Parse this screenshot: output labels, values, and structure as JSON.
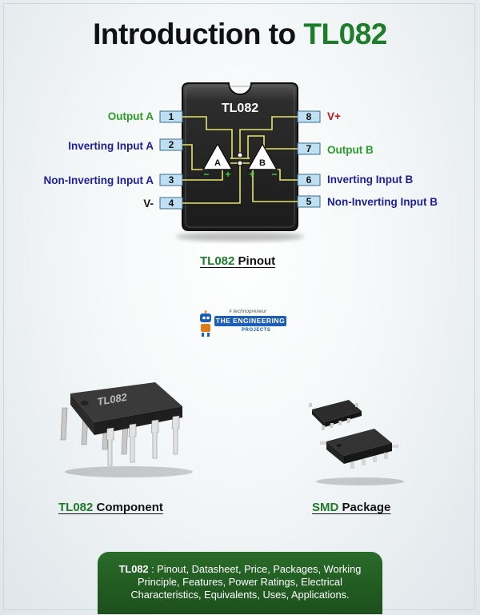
{
  "title": {
    "prefix": "Introduction to ",
    "highlight": "TL082"
  },
  "chip": {
    "label": "TL082",
    "amp_a": "A",
    "amp_b": "B",
    "plus": "+",
    "minus": "−",
    "pins_left": [
      {
        "num": "1",
        "label": "Output A",
        "color": "#2a9c2a"
      },
      {
        "num": "2",
        "label": "Inverting Input A",
        "color": "#1c1f9c"
      },
      {
        "num": "3",
        "label": "Non-Inverting Input A",
        "color": "#1c1f9c"
      },
      {
        "num": "4",
        "label": "V-",
        "color": "#111111"
      }
    ],
    "pins_right": [
      {
        "num": "8",
        "label": "V+",
        "color": "#c01717"
      },
      {
        "num": "7",
        "label": "Output B",
        "color": "#2a9c2a"
      },
      {
        "num": "6",
        "label": "Inverting Input B",
        "color": "#1c1f9c"
      },
      {
        "num": "5",
        "label": "Non-Inverting Input B",
        "color": "#1c1f9c"
      }
    ],
    "trace_color": "#e6e56a"
  },
  "captions": {
    "pinout": {
      "highlight": "TL082",
      "rest": " Pinout"
    },
    "component": {
      "highlight": "TL082",
      "rest": " Component"
    },
    "smd": {
      "highlight": "SMD",
      "rest": " Package"
    }
  },
  "logo": {
    "tagline": "# technopreneur",
    "the": "THE",
    "name": "ENGINEERING",
    "sub": "PROJECTS"
  },
  "component_marking": "TL082",
  "info": {
    "bold": "TL082",
    "text": " : Pinout, Datasheet, Price, Packages, Working Principle, Features, Power Ratings, Electrical Characteristics, Equivalents, Uses, Applications."
  },
  "colors": {
    "accent": "#1e7d2a",
    "chip_body": "#2a2a2a",
    "pin_box": "#bfe0f2",
    "info_bg": "#225f22"
  }
}
